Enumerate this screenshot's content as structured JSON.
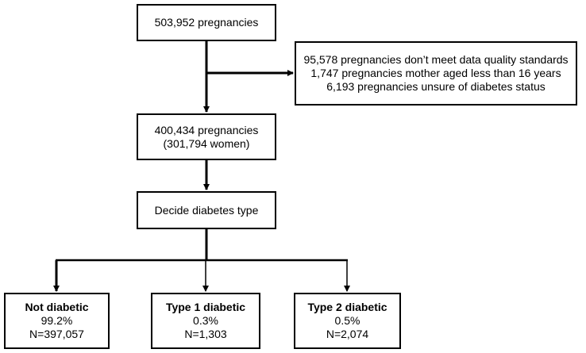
{
  "flowchart": {
    "start": {
      "text": "503,952 pregnancies"
    },
    "excluded": {
      "lines": [
        "95,578 pregnancies don’t meet data quality standards",
        "1,747 pregnancies mother aged less than 16 years",
        "6,193 pregnancies unsure of diabetes status"
      ]
    },
    "eligible": {
      "line1": "400,434 pregnancies",
      "line2": "(301,794 women)"
    },
    "decide": {
      "text": "Decide diabetes type"
    },
    "outcomes": [
      {
        "title": "Not diabetic",
        "percent": "99.2%",
        "count": "N=397,057"
      },
      {
        "title": "Type 1 diabetic",
        "percent": "0.3%",
        "count": "N=1,303"
      },
      {
        "title": "Type 2 diabetic",
        "percent": "0.5%",
        "count": "N=2,074"
      }
    ]
  }
}
